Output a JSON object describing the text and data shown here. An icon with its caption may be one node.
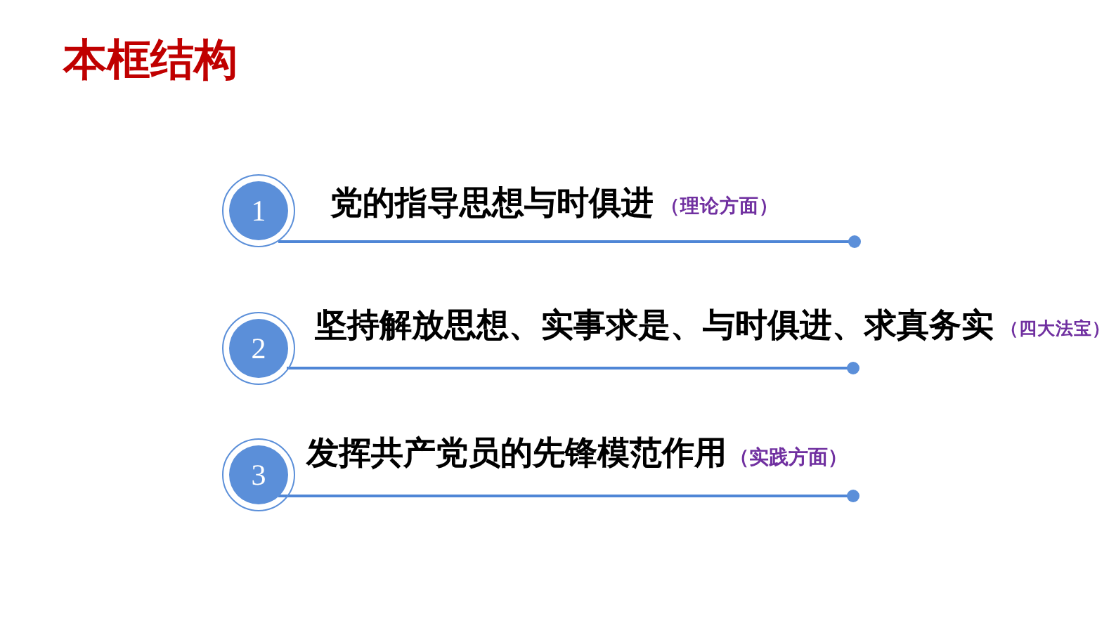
{
  "diagram": {
    "title": "本框结构",
    "nodes": [
      {
        "text": [
          "1"
        ],
        "beside": [
          "党的指导思想与时俱进",
          "（理论方面）"
        ]
      },
      {
        "text": [
          "2"
        ],
        "beside": [
          "坚持解放思想、实事求是、与时俱进、求真务实",
          "（四大法宝）"
        ]
      },
      {
        "text": [
          "3"
        ],
        "beside": [
          "发挥共产党员的先锋模范作用",
          "（实践方面）"
        ]
      }
    ]
  }
}
